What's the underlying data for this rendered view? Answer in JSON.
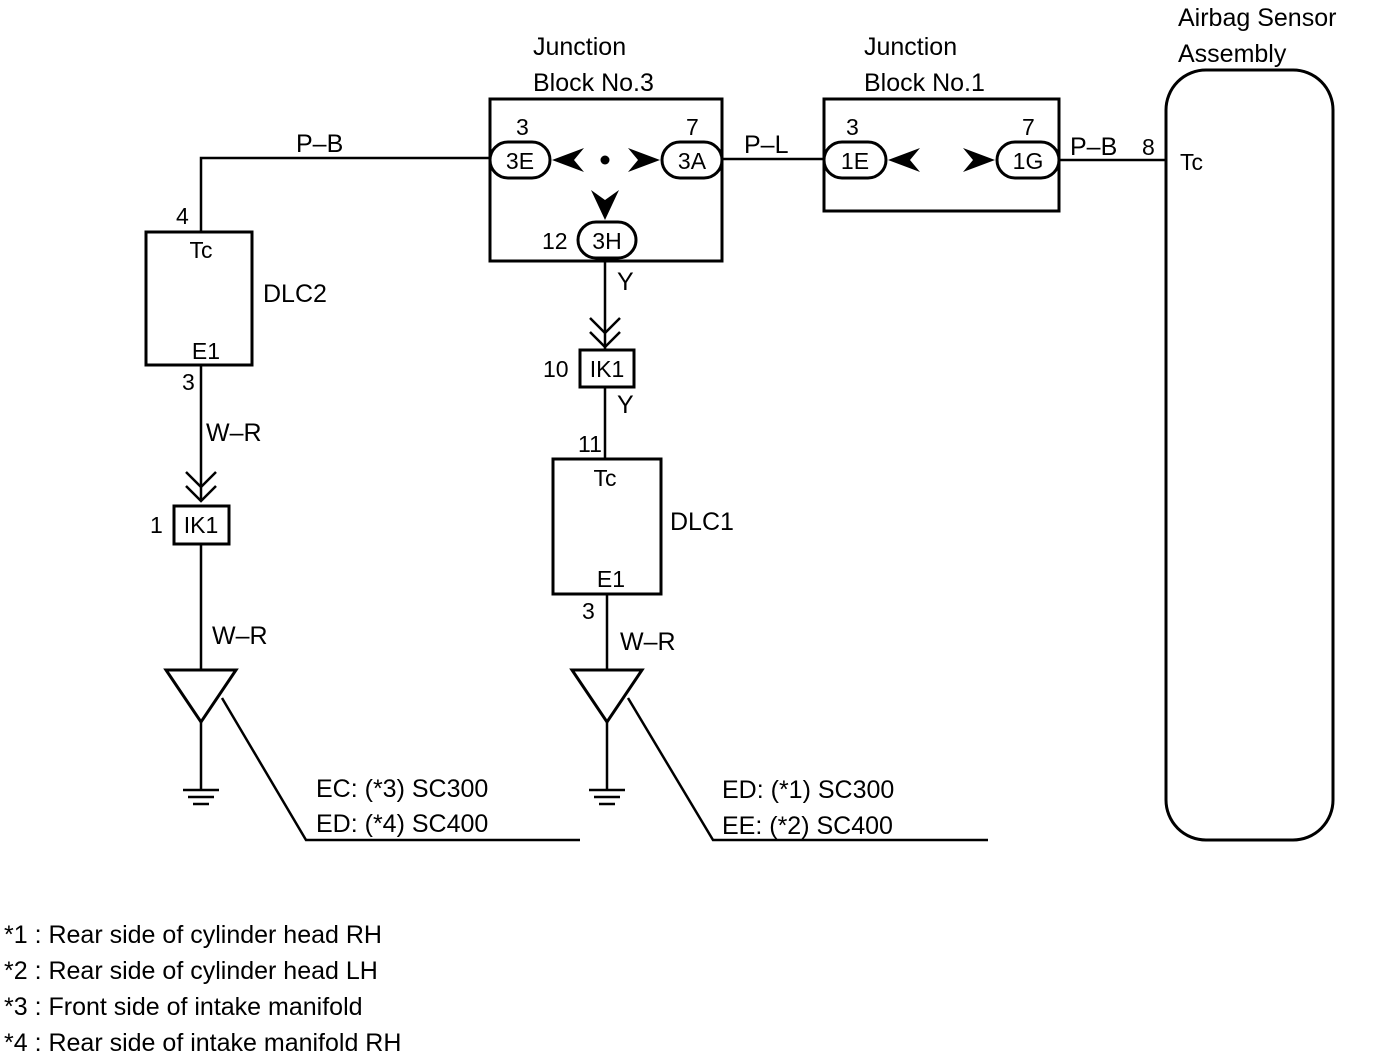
{
  "components": {
    "airbag_sensor": {
      "name_line1": "Airbag Sensor",
      "name_line2": "Assembly",
      "terminal": "Tc",
      "pin": "8"
    },
    "junction_block_3": {
      "name_line1": "Junction",
      "name_line2": "Block No.3",
      "connectors": [
        {
          "id": "3E",
          "pin": "3"
        },
        {
          "id": "3A",
          "pin": "7"
        },
        {
          "id": "3H",
          "pin": "12"
        }
      ]
    },
    "junction_block_1": {
      "name_line1": "Junction",
      "name_line2": "Block No.1",
      "connectors": [
        {
          "id": "1E",
          "pin": "3"
        },
        {
          "id": "1G",
          "pin": "7"
        }
      ]
    },
    "dlc2": {
      "name": "DLC2",
      "terminal_top": "Tc",
      "terminal_bottom": "E1",
      "pin_top": "4",
      "pin_bottom": "3"
    },
    "dlc1": {
      "name": "DLC1",
      "terminal_top": "Tc",
      "terminal_bottom": "E1",
      "pin_top": "11",
      "pin_bottom": "3"
    },
    "ik1_left": {
      "id": "IK1",
      "pin": "1"
    },
    "ik1_center": {
      "id": "IK1",
      "pin": "10"
    }
  },
  "wires": {
    "dlc2_to_jb3": "P–B",
    "jb3_to_jb1": "P–L",
    "jb1_to_airbag": "P–B",
    "jb3_to_ik1": "Y",
    "ik1_to_dlc1": "Y",
    "dlc2_to_ik1": "W–R",
    "ik1_to_ground_left": "W–R",
    "dlc1_to_ground": "W–R"
  },
  "grounds": {
    "left": {
      "line1": "EC: (*3) SC300",
      "line2": "ED: (*4) SC400"
    },
    "center": {
      "line1": "ED: (*1) SC300",
      "line2": "EE: (*2) SC400"
    }
  },
  "footnotes": [
    "*1 : Rear side of cylinder head RH",
    "*2 : Rear side of cylinder head LH",
    "*3 : Front side of intake manifold",
    "*4 : Rear side of intake manifold RH"
  ]
}
